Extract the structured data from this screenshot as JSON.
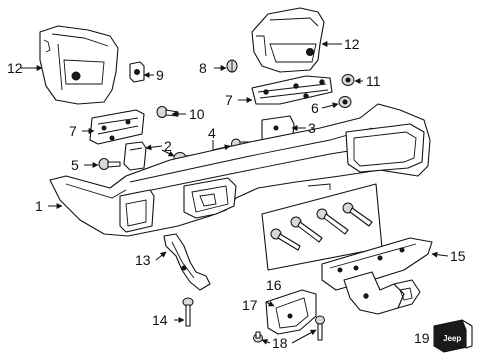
{
  "callouts": {
    "c1": "1",
    "c2": "2",
    "c3": "3",
    "c4": "4",
    "c5": "5",
    "c6": "6",
    "c7a": "7",
    "c7b": "7",
    "c8": "8",
    "c9": "9",
    "c10": "10",
    "c11": "11",
    "c12a": "12",
    "c12b": "12",
    "c13": "13",
    "c14": "14",
    "c15": "15",
    "c16": "16",
    "c17": "17",
    "c18": "18",
    "c19": "19"
  },
  "hitch_cover_logo": "Jeep",
  "colors": {
    "line": "#111111",
    "fill": "#ffffff",
    "background": "#ffffff"
  }
}
